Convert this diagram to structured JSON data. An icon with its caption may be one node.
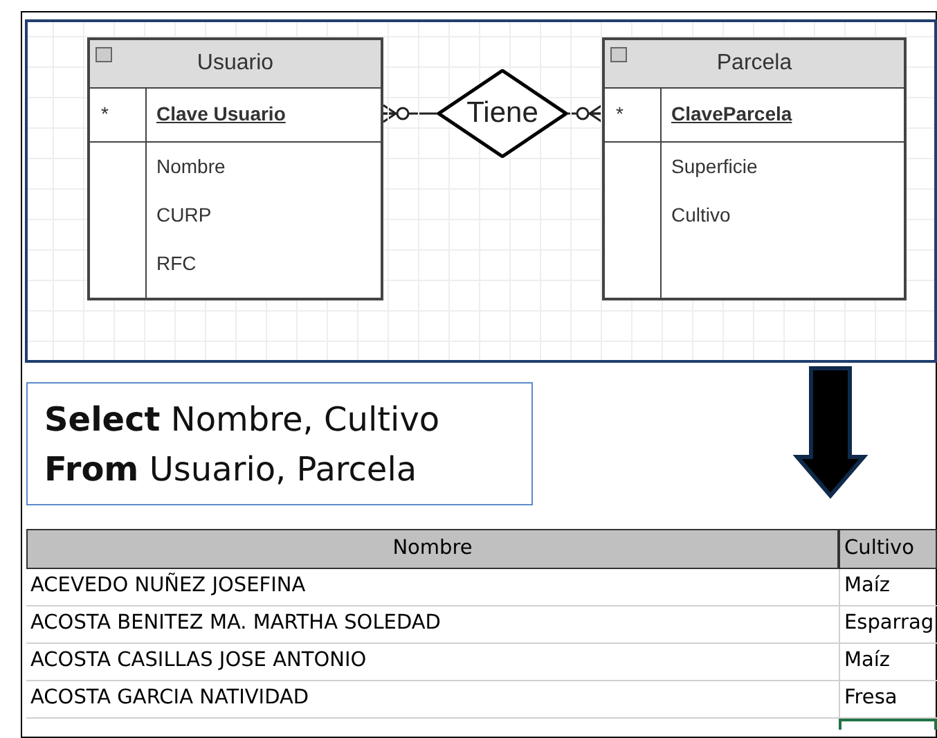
{
  "diagram": {
    "nodes": [
      {
        "text": [
          "Usuario",
          "*",
          "Clave Usuario",
          "Nombre",
          "CURP",
          "RFC"
        ]
      },
      {
        "text": [
          "Tiene"
        ]
      },
      {
        "text": [
          "Parcela",
          "*",
          "ClaveParcela",
          "Superficie",
          "Cultivo"
        ]
      },
      {
        "text": [
          "**Select** Nombre, Cultivo",
          "**From** Usuario, Parcela"
        ]
      }
    ],
    "edges": [
      {
        "from": 1,
        "to": 0,
        "arrow": "other"
      },
      {
        "from": 1,
        "to": 2,
        "arrow": "other"
      }
    ],
    "labels": [
      "Nombre",
      "Cultivo",
      "ACEVEDO NUÑEZ JOSEFINA",
      "Maíz",
      "ACOSTA BENITEZ MA. MARTHA SOLEDAD",
      "Esparrag",
      "ACOSTA CASILLAS JOSE ANTONIO",
      "Maíz",
      "ACOSTA GARCIA NATIVIDAD",
      "Fresa"
    ]
  }
}
